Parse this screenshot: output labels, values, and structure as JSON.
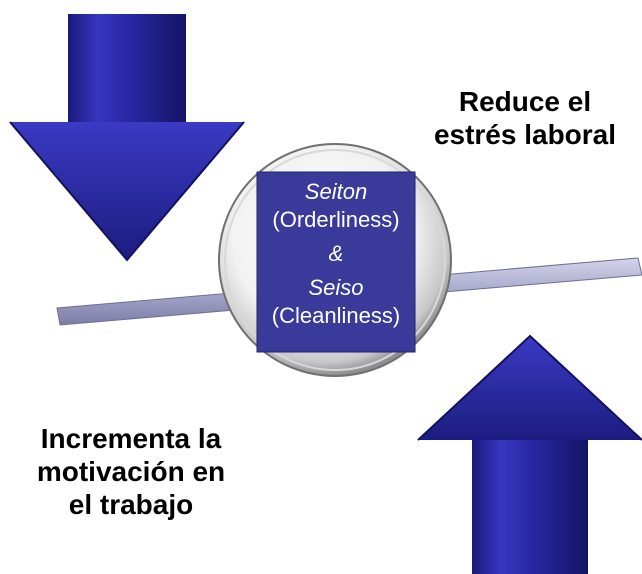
{
  "diagram": {
    "top_right_label": [
      "Reduce el",
      "estrés laboral"
    ],
    "bottom_left_label": [
      "Incrementa la",
      "motivación en",
      "el trabajo"
    ],
    "center": {
      "term1": "Seiton",
      "term1_translation": "(Orderliness)",
      "connector": "&",
      "term2": "Seiso",
      "term2_translation": "(Cleanliness)"
    },
    "colors": {
      "arrow": "#2b2ba6",
      "box": "#3a3a9a",
      "bar": "#a9a9c9"
    }
  }
}
